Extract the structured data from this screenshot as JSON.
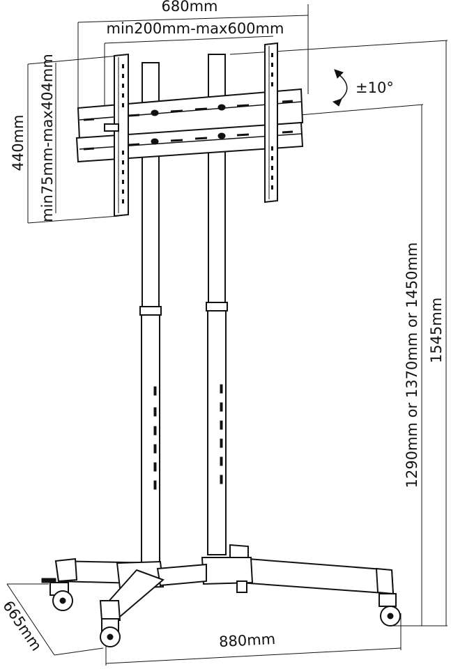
{
  "dimensions": {
    "top_width": "680mm",
    "vesa_horizontal": "min200mm-max600mm",
    "plate_height": "440mm",
    "vesa_vertical": "min75mm-max404mm",
    "tilt": "±10°",
    "mount_height": "1290mm or 1370mm or 1450mm",
    "total_height": "1545mm",
    "base_depth": "665mm",
    "base_width": "880mm"
  },
  "colors": {
    "line": "#111111",
    "background": "#ffffff"
  }
}
